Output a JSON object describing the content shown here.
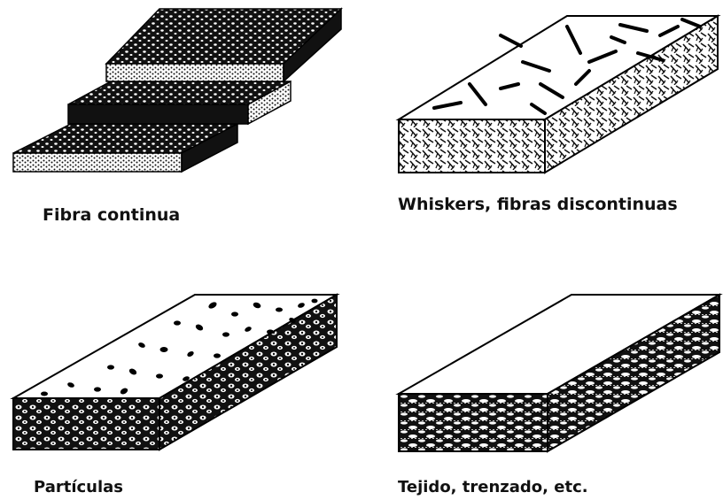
{
  "panels": [
    {
      "caption": "Fibra continua"
    },
    {
      "caption": "Whiskers, fibras discontinuas"
    },
    {
      "caption": "Partículas"
    },
    {
      "caption": "Tejido, trenzado, etc."
    }
  ]
}
